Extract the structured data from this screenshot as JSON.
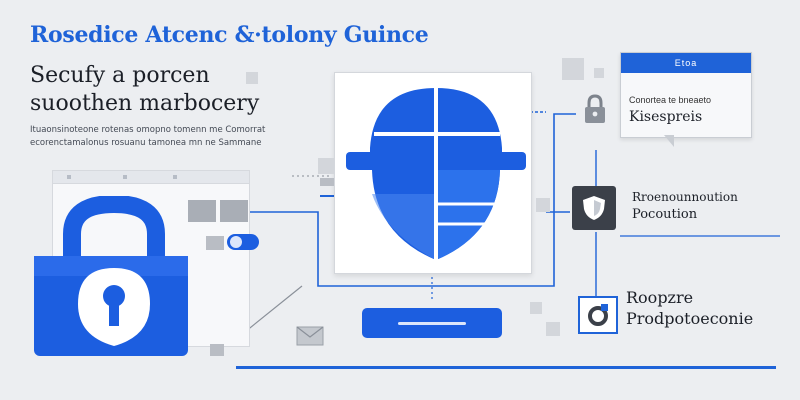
{
  "header": {
    "title": "Rosedice Atcenc &·tolony Guince",
    "subtitle_line1": "Secufy a porcen",
    "subtitle_line2": "suoothen marbocery",
    "description": "Ituaonsinoteone rotenas omopno tomenn me Comorrat ecorenctamalonus rosuanu tamonea mn ne Sammane"
  },
  "callout": {
    "header": "Etoa",
    "line1": "Conortea te bneaeto",
    "line2": "Kisespreis"
  },
  "middle_item": {
    "line1": "Rroenounnoution",
    "line2": "Pocoution"
  },
  "bottom_item": {
    "line1": "Roopzre",
    "line2": "Prodpotoeconie"
  },
  "icons": [
    "padlock-icon",
    "keyhole-icon",
    "blue-shield-icon",
    "small-lock-icon",
    "shield-icon",
    "ring-icon",
    "envelope-icon",
    "toggle-icon"
  ],
  "colors": {
    "accent": "#1f63d8",
    "dark": "#3b4049",
    "background": "#eceef1"
  }
}
